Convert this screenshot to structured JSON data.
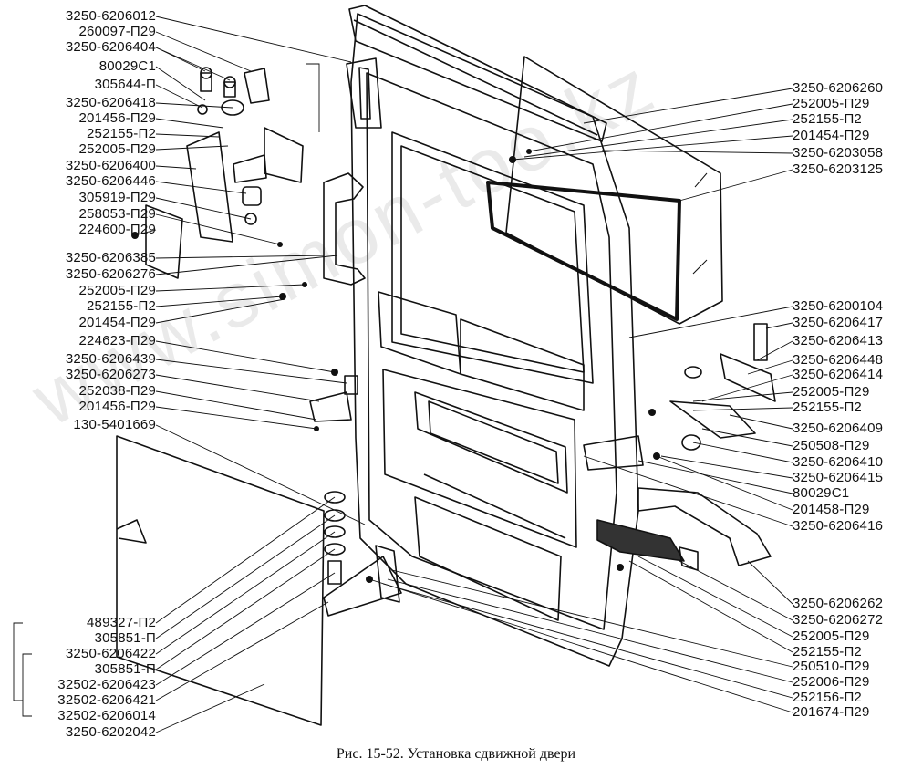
{
  "figure": {
    "caption": "Рис. 15-52. Установка сдвижной двери",
    "watermark": "www.simon-too.kz"
  },
  "left_labels": [
    "3250-6206012",
    "260097-П29",
    "3250-6206404",
    "80029С1",
    "305644-П",
    "3250-6206418",
    "201456-П29",
    "252155-П2",
    "252005-П29",
    "3250-6206400",
    "3250-6206446",
    "305919-П29",
    "258053-П29",
    "224600-П29",
    "3250-6206385",
    "3250-6206276",
    "252005-П29",
    "252155-П2",
    "201454-П29",
    "224623-П29",
    "3250-6206439",
    "3250-6206273",
    "252038-П29",
    "201456-П29",
    "130-5401669",
    "489327-П2",
    "305851-П",
    "3250-6206422",
    "305851-П",
    "32502-6206423",
    "32502-6206421",
    "32502-6206014",
    "3250-6202042"
  ],
  "right_labels": [
    "3250-6206260",
    "252005-П29",
    "252155-П2",
    "201454-П29",
    "3250-6203058",
    "3250-6203125",
    "3250-6200104",
    "3250-6206417",
    "3250-6206413",
    "3250-6206448",
    "3250-6206414",
    "252005-П29",
    "252155-П2",
    "3250-6206409",
    "250508-П29",
    "3250-6206410",
    "3250-6206415",
    "80029С1",
    "201458-П29",
    "3250-6206416",
    "3250-6206262",
    "3250-6206272",
    "252005-П29",
    "252155-П2",
    "250510-П29",
    "252006-П29",
    "252156-П2",
    "201674-П29"
  ]
}
